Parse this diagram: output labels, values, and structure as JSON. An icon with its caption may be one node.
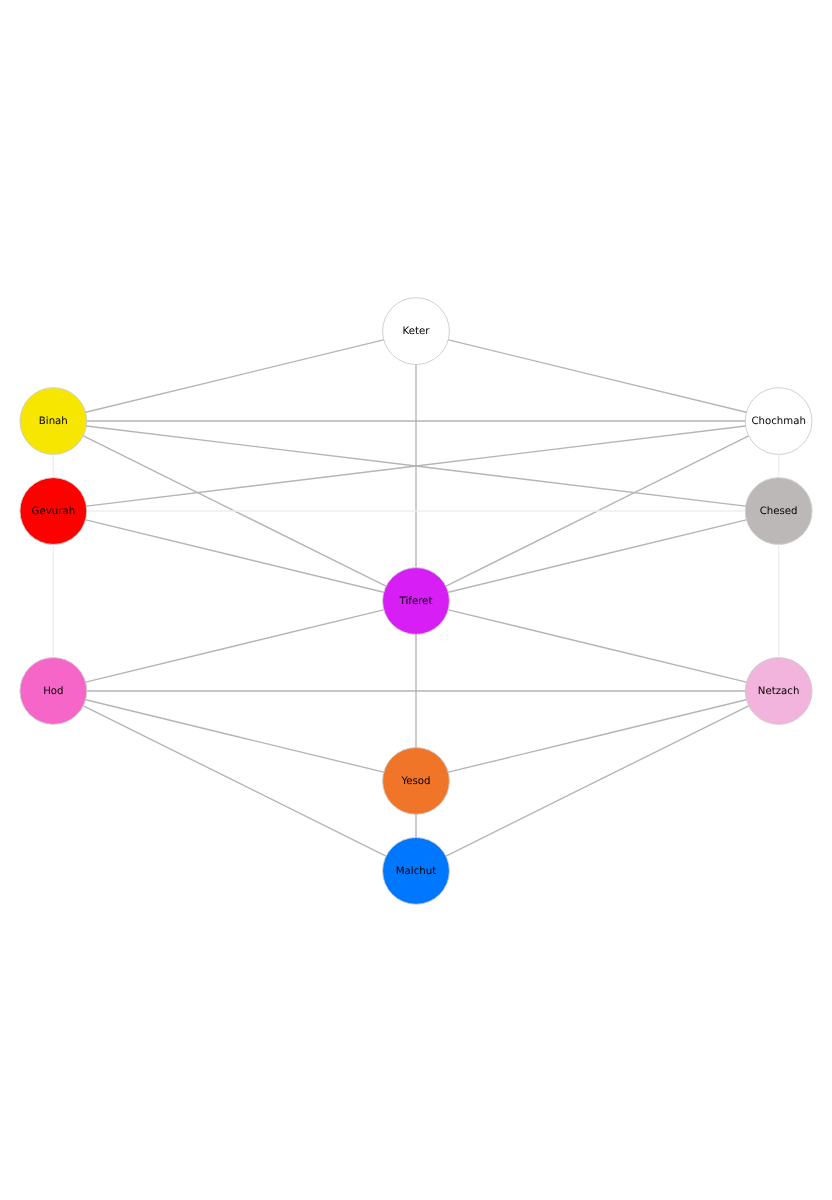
{
  "diagram": {
    "nodes": [
      {
        "text": [
          "Keter"
        ]
      },
      {
        "text": [
          "Binah"
        ]
      },
      {
        "text": [
          "Chochmah"
        ]
      },
      {
        "text": [
          "Gevurah"
        ]
      },
      {
        "text": [
          "Chesed"
        ]
      },
      {
        "text": [
          "Tiferet"
        ]
      },
      {
        "text": [
          "Hod"
        ]
      },
      {
        "text": [
          "Netzach"
        ]
      },
      {
        "text": [
          "Yesod"
        ]
      },
      {
        "text": [
          "Malchut"
        ]
      }
    ],
    "edges": [
      {
        "from": 0,
        "to": 1,
        "arrow": "none"
      },
      {
        "from": 0,
        "to": 2,
        "arrow": "none"
      },
      {
        "from": 0,
        "to": 5,
        "arrow": "none"
      },
      {
        "from": 1,
        "to": 2,
        "arrow": "none"
      },
      {
        "from": 1,
        "to": 4,
        "arrow": "none"
      },
      {
        "from": 2,
        "to": 3,
        "arrow": "none"
      },
      {
        "from": 1,
        "to": 5,
        "arrow": "none"
      },
      {
        "from": 2,
        "to": 5,
        "arrow": "none"
      },
      {
        "from": 1,
        "to": 3,
        "arrow": "none",
        "color": "#eeeeee"
      },
      {
        "from": 2,
        "to": 4,
        "arrow": "none",
        "color": "#eeeeee"
      },
      {
        "from": 3,
        "to": 4,
        "arrow": "none",
        "color": "#eeeeee"
      },
      {
        "from": 3,
        "to": 5,
        "arrow": "none"
      },
      {
        "from": 4,
        "to": 5,
        "arrow": "none"
      },
      {
        "from": 3,
        "to": 6,
        "arrow": "none",
        "color": "#eeeeee"
      },
      {
        "from": 4,
        "to": 7,
        "arrow": "none",
        "color": "#eeeeee"
      },
      {
        "from": 5,
        "to": 6,
        "arrow": "none"
      },
      {
        "from": 5,
        "to": 7,
        "arrow": "none"
      },
      {
        "from": 5,
        "to": 8,
        "arrow": "none"
      },
      {
        "from": 6,
        "to": 7,
        "arrow": "none"
      },
      {
        "from": 6,
        "to": 8,
        "arrow": "none"
      },
      {
        "from": 7,
        "to": 8,
        "arrow": "none"
      },
      {
        "from": 6,
        "to": 9,
        "arrow": "none"
      },
      {
        "from": 7,
        "to": 9,
        "arrow": "none"
      },
      {
        "from": 8,
        "to": 9,
        "arrow": "none"
      }
    ]
  }
}
